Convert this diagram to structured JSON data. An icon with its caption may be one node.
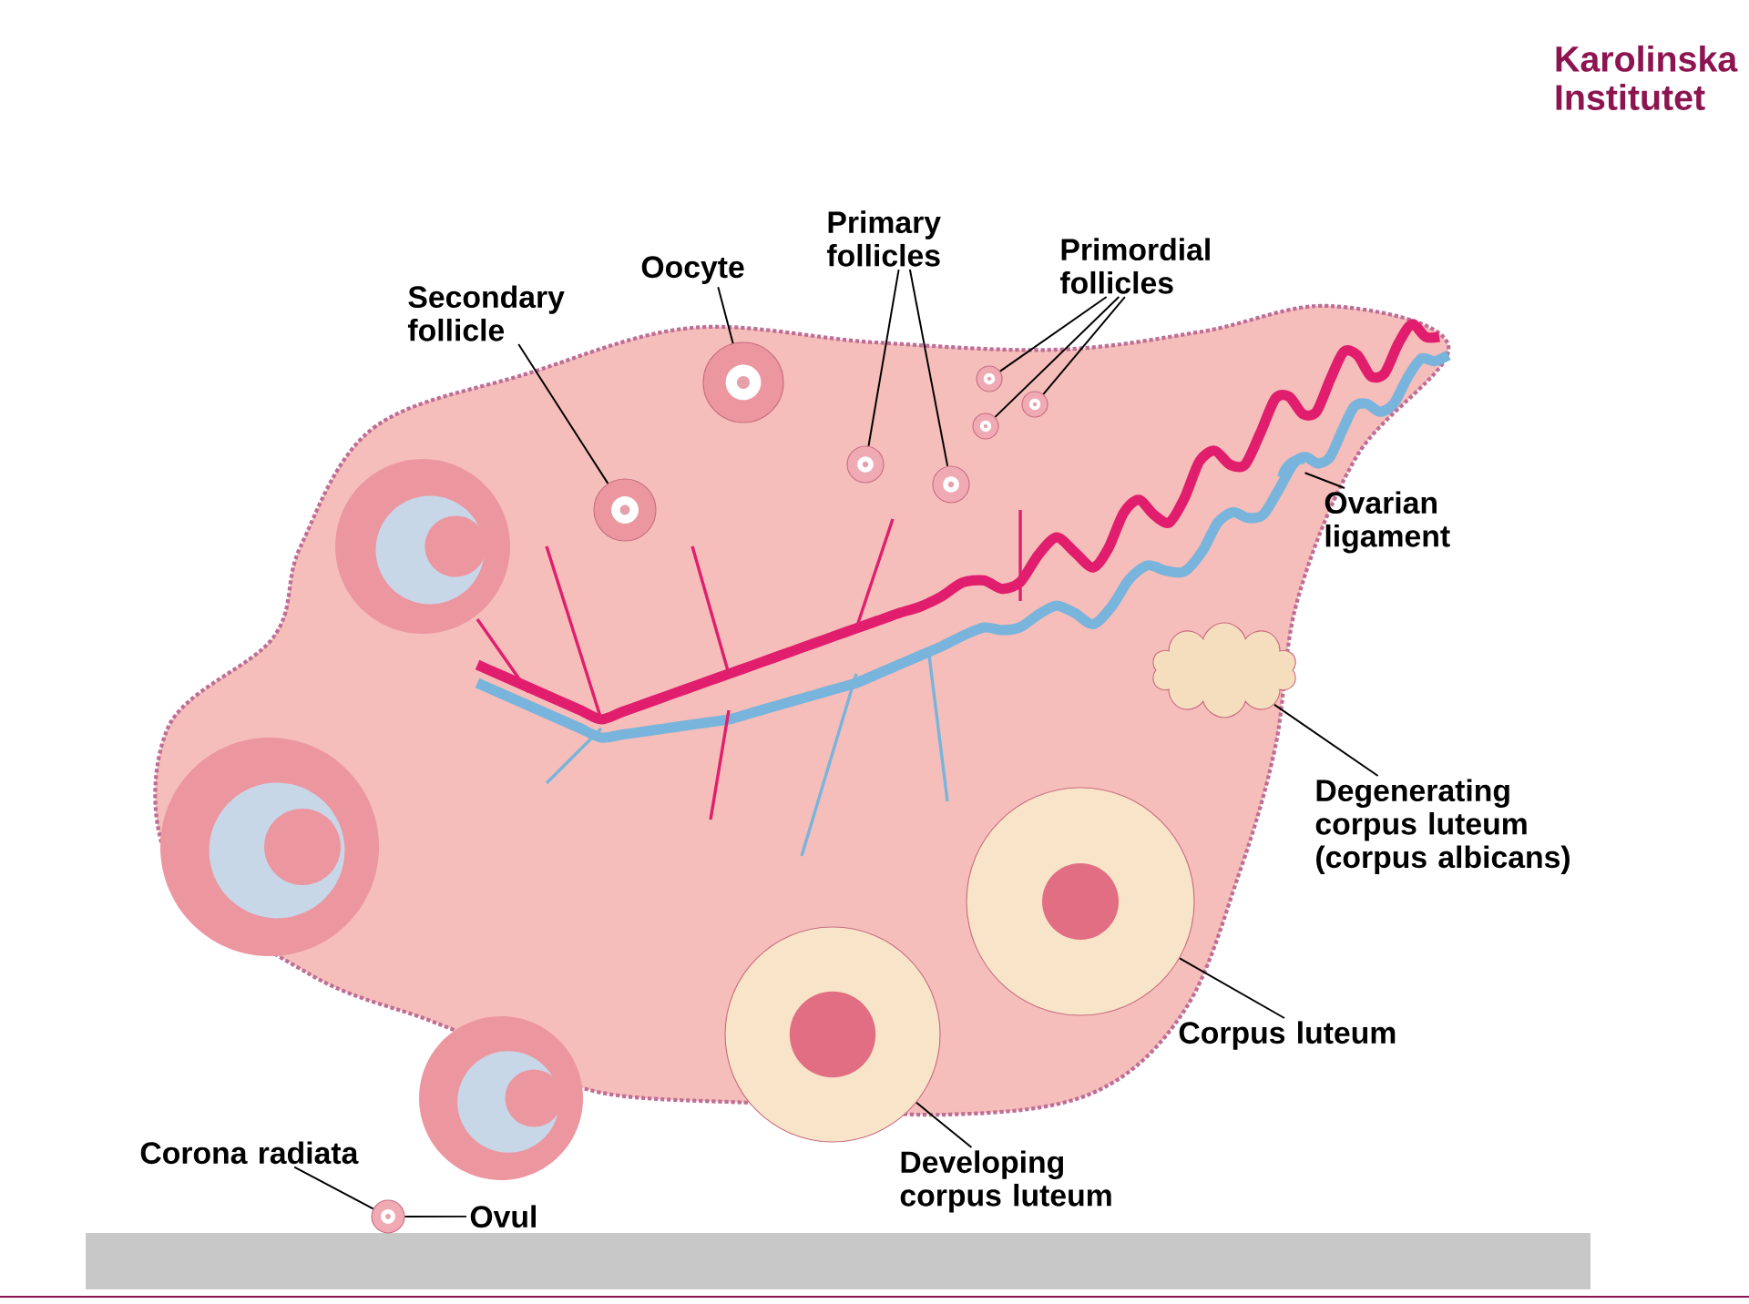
{
  "diagram": {
    "nodes": [
      {
        "text": [
          "Secondary follicle"
        ]
      },
      {
        "text": [
          "Oocyte"
        ]
      },
      {
        "text": [
          "Primary follicles"
        ]
      },
      {
        "text": [
          "Primordial follicles"
        ]
      },
      {
        "text": [
          "Ovarian ligament"
        ]
      },
      {
        "text": [
          "Degenerating corpus luteum (corpus albicans)"
        ]
      },
      {
        "text": [
          "Corpus luteum"
        ]
      },
      {
        "text": [
          "Developing corpus luteum"
        ]
      },
      {
        "text": [
          "Corona radiata"
        ]
      },
      {
        "text": [
          "Ovul"
        ]
      },
      {
        "text": [],
        "shape": "circle"
      },
      {
        "text": [],
        "shape": "circle"
      },
      {
        "text": [],
        "shape": "circle"
      },
      {
        "text": [],
        "shape": "circle"
      },
      {
        "text": [],
        "shape": "circle"
      },
      {
        "text": [],
        "shape": "circle"
      },
      {
        "text": [],
        "shape": "circle"
      },
      {
        "text": [],
        "shape": "picture"
      },
      {
        "text": [],
        "shape": "cloud"
      },
      {
        "text": [],
        "shape": "circle"
      },
      {
        "text": [],
        "shape": "circle"
      },
      {
        "text": [],
        "shape": "circle"
      }
    ],
    "edges": [
      {
        "from": 0,
        "to": 10,
        "arrow": "none"
      },
      {
        "from": 1,
        "to": 11,
        "arrow": "none"
      },
      {
        "from": 2,
        "to": 12,
        "arrow": "none"
      },
      {
        "from": 2,
        "to": 13,
        "arrow": "none"
      },
      {
        "from": 3,
        "to": 14,
        "arrow": "none"
      },
      {
        "from": 3,
        "to": 15,
        "arrow": "none"
      },
      {
        "from": 3,
        "to": 16,
        "arrow": "none"
      },
      {
        "from": 4,
        "to": 17,
        "arrow": "none"
      },
      {
        "from": 5,
        "to": 18,
        "arrow": "none"
      },
      {
        "from": 6,
        "to": 19,
        "arrow": "none"
      },
      {
        "from": 7,
        "to": 20,
        "arrow": "none"
      },
      {
        "from": 8,
        "to": 21,
        "arrow": "none"
      },
      {
        "from": 9,
        "to": 21,
        "arrow": "none"
      }
    ],
    "labels": [
      "Karolinska Institutet"
    ]
  }
}
